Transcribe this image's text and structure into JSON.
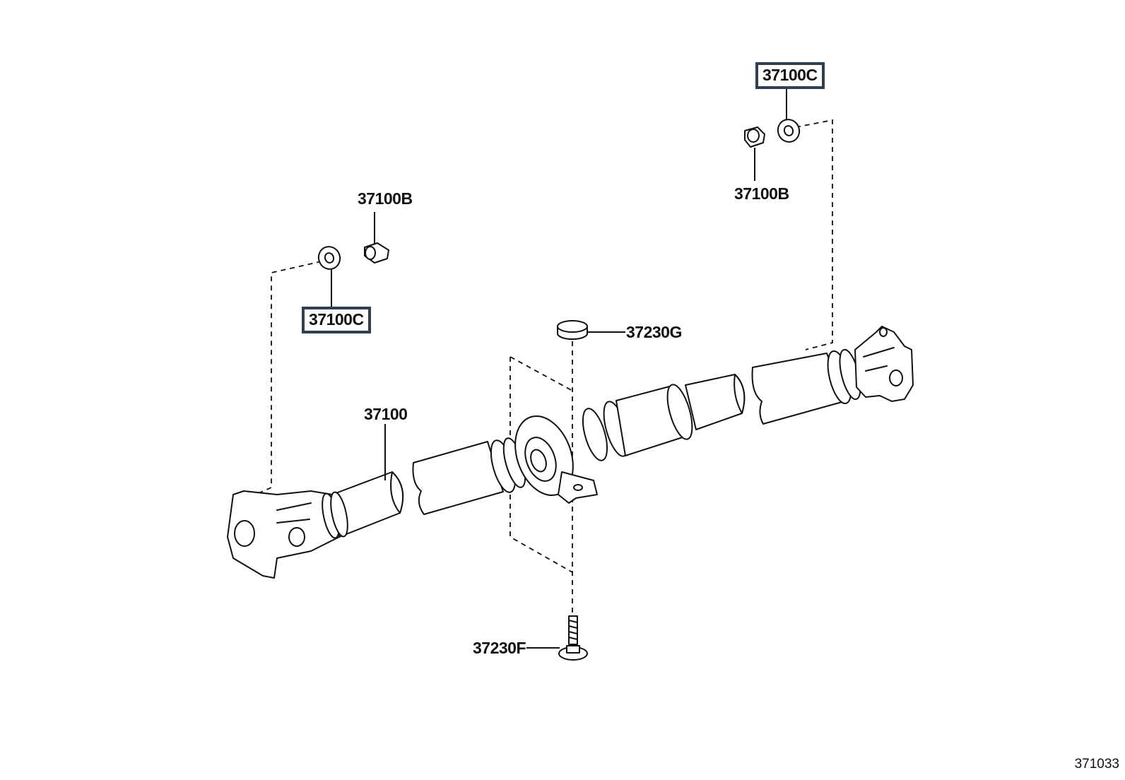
{
  "diagram": {
    "id": "371033",
    "labels": {
      "shaft": "37100",
      "nut_left": "37100B",
      "washer_left": "37100C",
      "nut_right": "37100B",
      "washer_right": "37100C",
      "bearing_spacer": "37230G",
      "bearing_bolt": "37230F"
    },
    "highlight_color": "#2f4150"
  }
}
